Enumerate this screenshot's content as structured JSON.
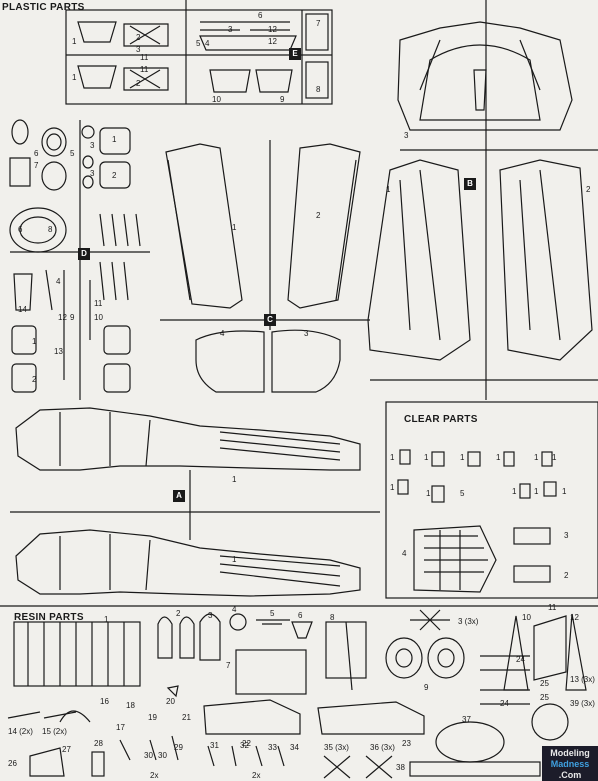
{
  "headings": {
    "plastic_parts": "PLASTIC PARTS",
    "clear_parts": "CLEAR PARTS",
    "resin_parts": "RESIN PARTS"
  },
  "sprue_tags": {
    "a": "A",
    "b": "B",
    "c": "C",
    "d": "D",
    "e": "E"
  },
  "plastic_labels": {
    "e_1a": "1",
    "e_2a": "2",
    "e_3a": "3",
    "e_4": "4",
    "e_5": "5",
    "e_6": "6",
    "e_7": "7",
    "e_12a": "12",
    "e_3b": "3",
    "e_11a": "11",
    "e_12b": "12",
    "e_1b": "1",
    "e_2b": "2",
    "e_11b": "11",
    "e_10": "10",
    "e_9": "9",
    "e_8": "8",
    "d_6a": "6",
    "d_5": "5",
    "d_7": "7",
    "d_3a": "3",
    "d_8": "8",
    "d_6b": "6",
    "d_1a": "1",
    "d_2a": "2",
    "d_3b": "3",
    "d_4": "4",
    "d_11": "11",
    "d_14": "14",
    "d_12": "12",
    "d_9": "9",
    "d_10": "10",
    "d_13": "13",
    "d_1b": "1",
    "d_2b": "2",
    "c_1": "1",
    "c_2": "2",
    "c_4": "4",
    "c_3": "3",
    "b_3": "3",
    "b_1": "1",
    "b_2": "2",
    "a_1a": "1",
    "a_1b": "1"
  },
  "clear_labels": {
    "c1": "1",
    "c2": "1",
    "c3": "1",
    "c4": "1",
    "c5": "1",
    "c6": "1",
    "c7": "1",
    "c8": "1",
    "c9": "1",
    "c10": "1",
    "c11": "1",
    "c5b": "5",
    "c4b": "4",
    "c3b": "3",
    "c2b": "2"
  },
  "resin_labels": {
    "r1": "1",
    "r2": "2",
    "r3": "3",
    "r4": "4",
    "r5": "5",
    "r6": "6",
    "r7": "7",
    "r8": "8",
    "r9": "9",
    "r10": "10",
    "r11": "11",
    "r12": "12",
    "r13": "13 (3x)",
    "r14": "14 (2x)",
    "r15": "15 (2x)",
    "r16": "16",
    "r17": "17",
    "r18": "18",
    "r19": "19",
    "r20": "20",
    "r21": "21",
    "r22": "22",
    "r23": "23",
    "r24a": "24",
    "r24b": "24",
    "r25a": "25",
    "r25b": "25",
    "r26": "26",
    "r27": "27",
    "r28": "28",
    "r29": "29",
    "r30a": "30",
    "r30b": "30",
    "r31": "31",
    "r32": "32",
    "r33": "33",
    "r34": "34",
    "r35": "35 (3x)",
    "r36": "36 (3x)",
    "r37": "37",
    "r38": "38",
    "r39": "39 (3x)",
    "r3x": "3 (3x)",
    "x2a": "2x",
    "x2b": "2x"
  },
  "logo": {
    "line1": "Modeling",
    "line2": "Madness",
    "line3": ".Com"
  },
  "colors": {
    "ink": "#1a1a1a",
    "paper": "#f1f0ec"
  }
}
